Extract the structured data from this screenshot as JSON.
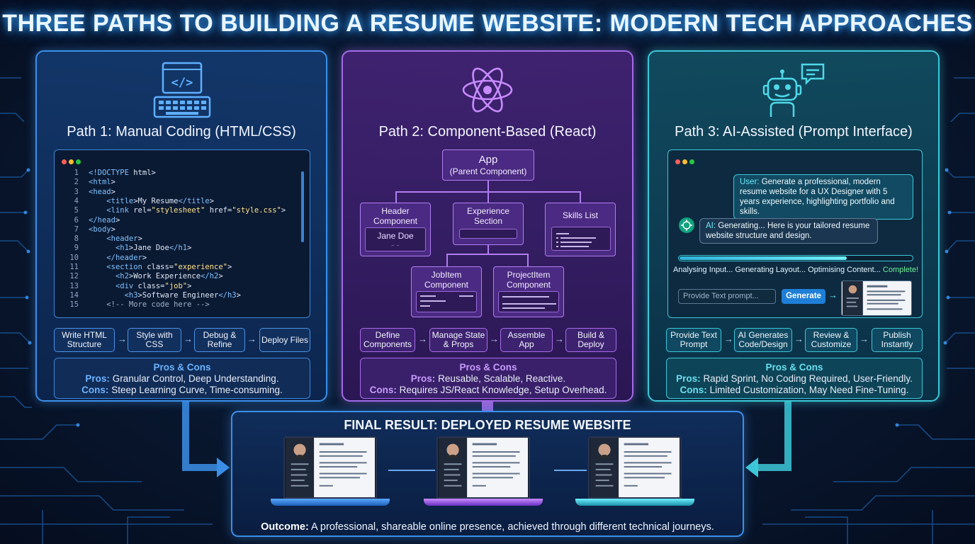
{
  "title": "THREE PATHS TO BUILDING A RESUME WEBSITE: MODERN TECH APPROACHES",
  "colors": {
    "path1": "#3b8fe8",
    "path2": "#a36be8",
    "path3": "#3cc8d8",
    "complete": "#6ef09a"
  },
  "path1": {
    "icon": "code-keyboard-icon",
    "title": "Path 1: Manual Coding (HTML/CSS)",
    "code": [
      {
        "n": "1",
        "t": "<!DOCTYPE html>"
      },
      {
        "n": "2",
        "t": "<html>"
      },
      {
        "n": "3",
        "t": "<head>"
      },
      {
        "n": "4",
        "t": "    <title>My Resume</title>"
      },
      {
        "n": "5",
        "t": "    <link rel=\"stylesheet\" href=\"style.css\">"
      },
      {
        "n": "6",
        "t": "</head>"
      },
      {
        "n": "7",
        "t": "<body>"
      },
      {
        "n": "8",
        "t": "    <header>"
      },
      {
        "n": "9",
        "t": "      <h1>Jane Doe</h1>"
      },
      {
        "n": "10",
        "t": "    </header>"
      },
      {
        "n": "11",
        "t": "    <section class=\"experience\">"
      },
      {
        "n": "12",
        "t": "      <h2>Work Experience</h2>"
      },
      {
        "n": "13",
        "t": "      <div class=\"job\">"
      },
      {
        "n": "14",
        "t": "        <h3>Software Engineer</h3>"
      },
      {
        "n": "15",
        "t": "    <!-- More code here -->"
      }
    ],
    "steps": [
      "Write HTML Structure",
      "Style with CSS",
      "Debug & Refine",
      "Deploy Files"
    ],
    "pros_cons_title": "Pros & Cons",
    "pros_label": "Pros:",
    "pros": "Granular Control, Deep Understanding.",
    "cons_label": "Cons:",
    "cons": "Steep Learning Curve, Time-consuming."
  },
  "path2": {
    "icon": "react-atom-icon",
    "title": "Path 2: Component-Based (React)",
    "app_node": "App",
    "app_sub": "(Parent Component)",
    "header_node": "Header Component",
    "header_inner": "Jane Doe",
    "experience_node": "Experience Section",
    "skills_node": "Skills List",
    "jobitem_node": "JobItem Component",
    "projectitem_node": "ProjectItem Component",
    "steps": [
      "Define Components",
      "Manage State & Props",
      "Assemble App",
      "Build & Deploy"
    ],
    "pros_cons_title": "Pros & Cons",
    "pros_label": "Pros:",
    "pros": "Reusable, Scalable, Reactive.",
    "cons_label": "Cons:",
    "cons": "Requires JS/React Knowledge, Setup Overhead."
  },
  "path3": {
    "icon": "robot-chat-icon",
    "title": "Path 3: AI-Assisted (Prompt Interface)",
    "user_label": "User:",
    "user_msg": "Generate a professional, modern resume website for a UX Designer with 5 years experience, highlighting portfolio and skills.",
    "ai_label": "AI:",
    "ai_msg": "Generating... Here is your tailored resume website structure and design.",
    "progress": 0.72,
    "status": "Analysing Input... Generating Layout... Optimising Content...",
    "status_done": "Complete!",
    "prompt_placeholder": "Provide Text prompt...",
    "generate_button": "Generate",
    "steps": [
      "Provide Text Prompt",
      "AI Generates Code/Design",
      "Review & Customize",
      "Publish Instantly"
    ],
    "pros_cons_title": "Pros & Cons",
    "pros_label": "Pros:",
    "pros": "Rapid Sprint, No Coding Required, User-Friendly.",
    "cons_label": "Cons:",
    "cons": "Limited Customization, May Need Fine-Tuning."
  },
  "final": {
    "title": "FINAL RESULT: DEPLOYED RESUME WEBSITE",
    "outcome_label": "Outcome:",
    "outcome": "A professional, shareable online presence, achieved through different technical journeys."
  }
}
